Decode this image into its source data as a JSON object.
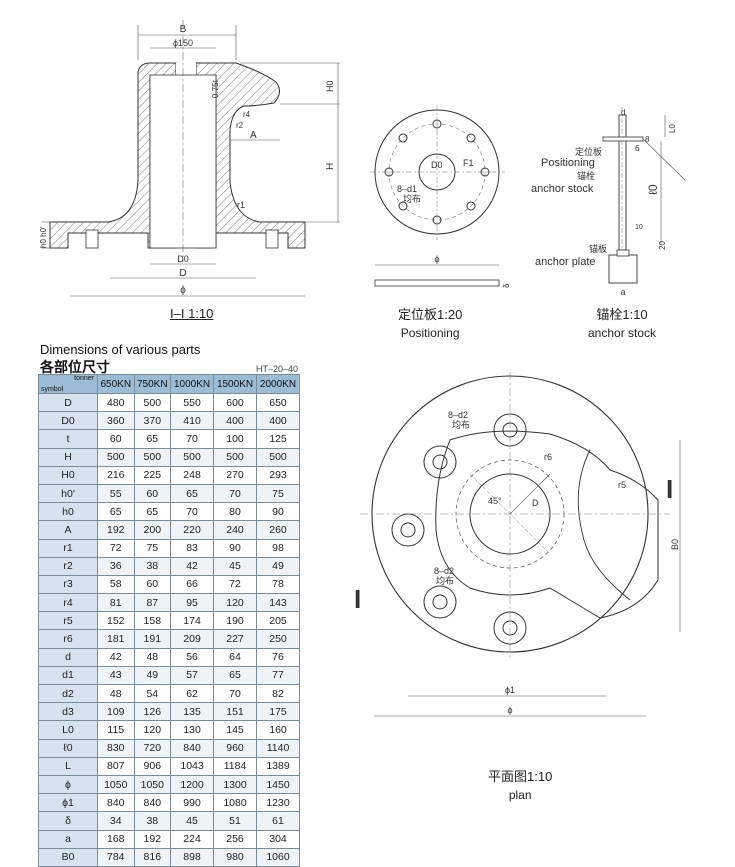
{
  "section_view": {
    "caption": "I–I 1:10",
    "labels": {
      "B": "B",
      "phi150": "ϕ150",
      "slope": "0.75t",
      "r4": "r4",
      "r2": "r2",
      "A": "A",
      "r1": "r1",
      "H0": "H0",
      "H": "H",
      "h0h0": "h0 h0'",
      "D0": "D0",
      "D": "D",
      "phi": "ϕ"
    }
  },
  "positioning_plate": {
    "caption_zh": "定位板1:20",
    "caption_en": "Positioning",
    "labels": {
      "D0": "D0",
      "F1": "F1",
      "holes": "8–d1",
      "even": "均布",
      "phi": "ϕ",
      "delta": "δ"
    }
  },
  "anchor_stock": {
    "caption_zh": "锚栓1:10",
    "caption_en": "anchor stock",
    "labels": {
      "d": "d",
      "positioning_zh": "定位板",
      "positioning_en": "Positioning",
      "anchor_zh": "锚栓",
      "anchor_en": "anchor stock",
      "plate_zh": "锚板",
      "plate_en": "anchor plate",
      "L0": "L0",
      "l0": "ℓ0",
      "n8": "8",
      "n6": "6",
      "n10": "10",
      "n20": "20",
      "a": "a"
    }
  },
  "plan_view": {
    "caption_zh": "平面图1:10",
    "caption_en": "plan",
    "labels": {
      "holes_top": "8–d2",
      "even_top": "均布",
      "r6": "r6",
      "r5": "r5",
      "angle": "45°",
      "D": "D",
      "holes_bot": "8–d2",
      "even_bot": "均布",
      "B0": "B0",
      "phi1": "ϕ1",
      "phi": "ϕ",
      "sec_left": "I",
      "sec_right": "I"
    }
  },
  "dimensions": {
    "title_en": "Dimensions of various parts",
    "title_zh": "各部位尺寸",
    "model": "HT–20–40",
    "header_ton": "tonner",
    "header_sym": "symbol",
    "columns": [
      "650KN",
      "750KN",
      "1000KN",
      "1500KN",
      "2000KN"
    ],
    "rows": [
      {
        "sym": "D",
        "v": [
          "480",
          "500",
          "550",
          "600",
          "650"
        ]
      },
      {
        "sym": "D0",
        "v": [
          "360",
          "370",
          "410",
          "400",
          "400"
        ]
      },
      {
        "sym": "t",
        "v": [
          "60",
          "65",
          "70",
          "100",
          "125"
        ]
      },
      {
        "sym": "H",
        "v": [
          "500",
          "500",
          "500",
          "500",
          "500"
        ]
      },
      {
        "sym": "H0",
        "v": [
          "216",
          "225",
          "248",
          "270",
          "293"
        ]
      },
      {
        "sym": "h0'",
        "v": [
          "55",
          "60",
          "65",
          "70",
          "75"
        ]
      },
      {
        "sym": "h0",
        "v": [
          "65",
          "65",
          "70",
          "80",
          "90"
        ]
      },
      {
        "sym": "A",
        "v": [
          "192",
          "200",
          "220",
          "240",
          "260"
        ]
      },
      {
        "sym": "r1",
        "v": [
          "72",
          "75",
          "83",
          "90",
          "98"
        ]
      },
      {
        "sym": "r2",
        "v": [
          "36",
          "38",
          "42",
          "45",
          "49"
        ]
      },
      {
        "sym": "r3",
        "v": [
          "58",
          "60",
          "66",
          "72",
          "78"
        ]
      },
      {
        "sym": "r4",
        "v": [
          "81",
          "87",
          "95",
          "120",
          "143"
        ]
      },
      {
        "sym": "r5",
        "v": [
          "152",
          "158",
          "174",
          "190",
          "205"
        ]
      },
      {
        "sym": "r6",
        "v": [
          "181",
          "191",
          "209",
          "227",
          "250"
        ]
      },
      {
        "sym": "d",
        "v": [
          "42",
          "48",
          "56",
          "64",
          "76"
        ]
      },
      {
        "sym": "d1",
        "v": [
          "43",
          "49",
          "57",
          "65",
          "77"
        ]
      },
      {
        "sym": "d2",
        "v": [
          "48",
          "54",
          "62",
          "70",
          "82"
        ]
      },
      {
        "sym": "d3",
        "v": [
          "109",
          "126",
          "135",
          "151",
          "175"
        ]
      },
      {
        "sym": "L0",
        "v": [
          "115",
          "120",
          "130",
          "145",
          "160"
        ]
      },
      {
        "sym": "ℓ0",
        "v": [
          "830",
          "720",
          "840",
          "960",
          "1140"
        ]
      },
      {
        "sym": "L",
        "v": [
          "807",
          "906",
          "1043",
          "1184",
          "1389"
        ]
      },
      {
        "sym": "ϕ",
        "v": [
          "1050",
          "1050",
          "1200",
          "1300",
          "1450"
        ]
      },
      {
        "sym": "ϕ1",
        "v": [
          "840",
          "840",
          "990",
          "1080",
          "1230"
        ]
      },
      {
        "sym": "δ",
        "v": [
          "34",
          "38",
          "45",
          "51",
          "61"
        ]
      },
      {
        "sym": "a",
        "v": [
          "168",
          "192",
          "224",
          "256",
          "304"
        ]
      },
      {
        "sym": "B0",
        "v": [
          "784",
          "816",
          "898",
          "980",
          "1060"
        ]
      }
    ]
  }
}
